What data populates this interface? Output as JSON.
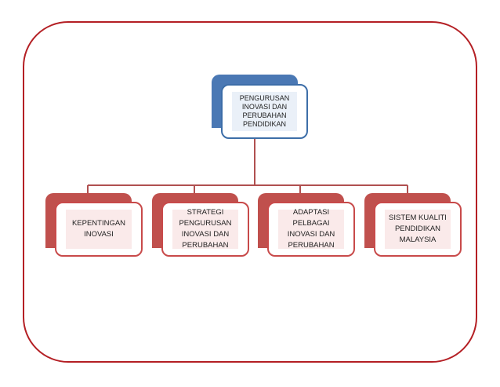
{
  "colors": {
    "frame": "#b41f24",
    "root_accent": "#4a78b4",
    "child_accent": "#c0504d",
    "connector": "#b05050"
  },
  "root": {
    "label": "PENGURUSAN\nINOVASI DAN\nPERUBAHAN\nPENDIDIKAN"
  },
  "children": [
    {
      "label": "KEPENTINGAN\nINOVASI"
    },
    {
      "label": "STRATEGI\nPENGURUSAN\nINOVASI DAN\nPERUBAHAN"
    },
    {
      "label": "ADAPTASI\nPELBAGAI\nINOVASI DAN\nPERUBAHAN"
    },
    {
      "label": "SISTEM KUALITI\nPENDIDIKAN\nMALAYSIA"
    }
  ]
}
